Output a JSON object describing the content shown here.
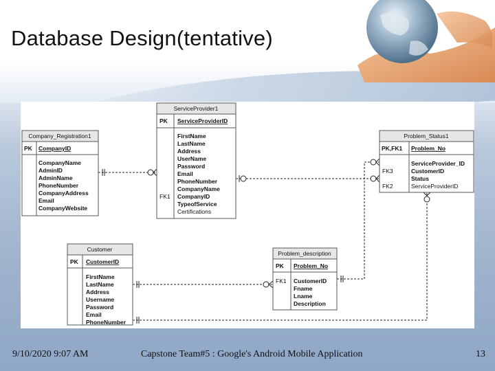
{
  "slide": {
    "title": "Database Design(tentative)",
    "footer": {
      "date": "9/10/2020 9:07 AM",
      "center": "Capstone Team#5 : Google's Android Mobile Application",
      "page": "13"
    }
  },
  "diagram": {
    "entities": {
      "service_provider": {
        "name": "ServiceProvider1",
        "pk_key": "PK",
        "pk_field": "ServiceProviderID",
        "fields": [
          "FirstName",
          "LastName",
          "Address",
          "UserName",
          "Password",
          "Email",
          "PhoneNumber",
          "CompanyName",
          "CompanyID",
          "TypeofService",
          "Certifications"
        ],
        "fk_key": "FK1"
      },
      "company_registration": {
        "name": "Company_Registration1",
        "pk_key": "PK",
        "pk_field": "CompanyID",
        "fields": [
          "CompanyName",
          "AdminID",
          "AdminName",
          "PhoneNumber",
          "CompanyAddress",
          "Email",
          "CompanyWebsite"
        ]
      },
      "problem_status": {
        "name": "Problem_Status1",
        "pk_key": "PK,FK1",
        "pk_field": "Problem_No",
        "fields": [
          "ServiceProvider_ID",
          "CustomerID",
          "Status",
          "ServiceProviderID"
        ],
        "fk3": "FK3",
        "fk2": "FK2"
      },
      "customer": {
        "name": "Customer",
        "pk_key": "PK",
        "pk_field": "CustomerID",
        "fields": [
          "FirstName",
          "LastName",
          "Address",
          "Username",
          "Password",
          "Email",
          "PhoneNumber"
        ]
      },
      "problem_description": {
        "name": "Problem_description",
        "pk_key": "PK",
        "pk_field": "Problem_No",
        "fields": [
          "CustomerID",
          "Fname",
          "Lname",
          "Description"
        ],
        "fk_key": "FK1"
      }
    }
  }
}
